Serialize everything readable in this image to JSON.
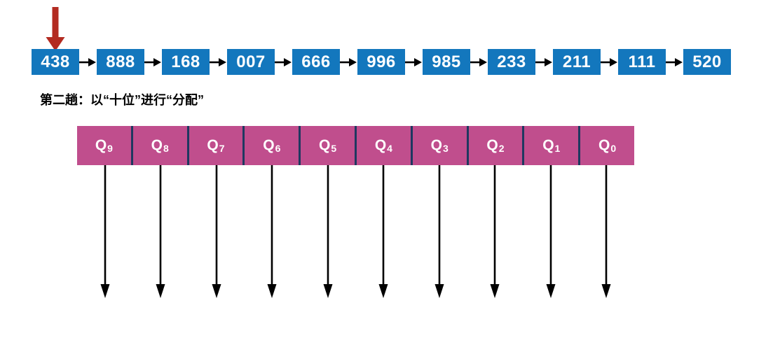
{
  "heading": "第二趟：以“十位”进行“分配”",
  "pointer": {
    "icon": "red-down-arrow",
    "points_to": "438"
  },
  "linked_list": {
    "nodes": [
      "438",
      "888",
      "168",
      "007",
      "666",
      "996",
      "985",
      "233",
      "211",
      "111",
      "520"
    ]
  },
  "buckets": [
    {
      "label": "Q",
      "sub": "9"
    },
    {
      "label": "Q",
      "sub": "8"
    },
    {
      "label": "Q",
      "sub": "7"
    },
    {
      "label": "Q",
      "sub": "6"
    },
    {
      "label": "Q",
      "sub": "5"
    },
    {
      "label": "Q",
      "sub": "4"
    },
    {
      "label": "Q",
      "sub": "3"
    },
    {
      "label": "Q",
      "sub": "2"
    },
    {
      "label": "Q",
      "sub": "1"
    },
    {
      "label": "Q",
      "sub": "0"
    }
  ],
  "colors": {
    "background": "#FFFFFF",
    "node_fill": "#1377BD",
    "node_text": "#FFFFFF",
    "bucket_fill": "#C04E8D",
    "bucket_divider": "#1E3860",
    "bucket_text": "#FFFFFF",
    "pointer_red": "#B32B21",
    "arrow_black": "#000000",
    "heading_text": "#000000"
  }
}
